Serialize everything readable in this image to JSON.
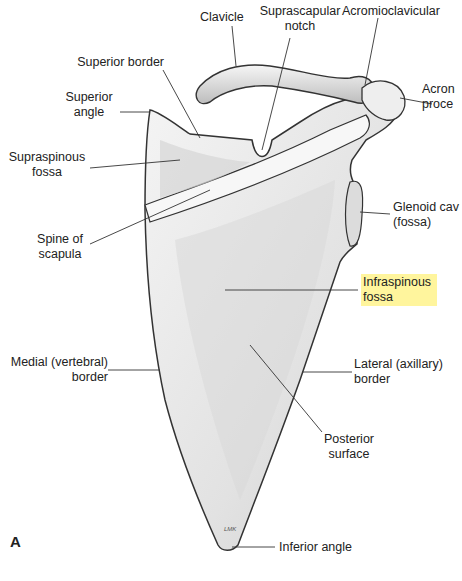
{
  "diagram": {
    "labels": [
      "Clavicle",
      "Suprascapular notch",
      "Acromioclavicular",
      "Superior border",
      "Superior angle",
      "Acron proce",
      "Supraspinous fossa",
      "Glenoid cav (fossa)",
      "Spine of scapula",
      "Infraspinous fossa",
      "Medial (vertebral) border",
      "Lateral (axillary) border",
      "Posterior surface",
      "LMK",
      "A",
      "Inferior angle"
    ]
  }
}
